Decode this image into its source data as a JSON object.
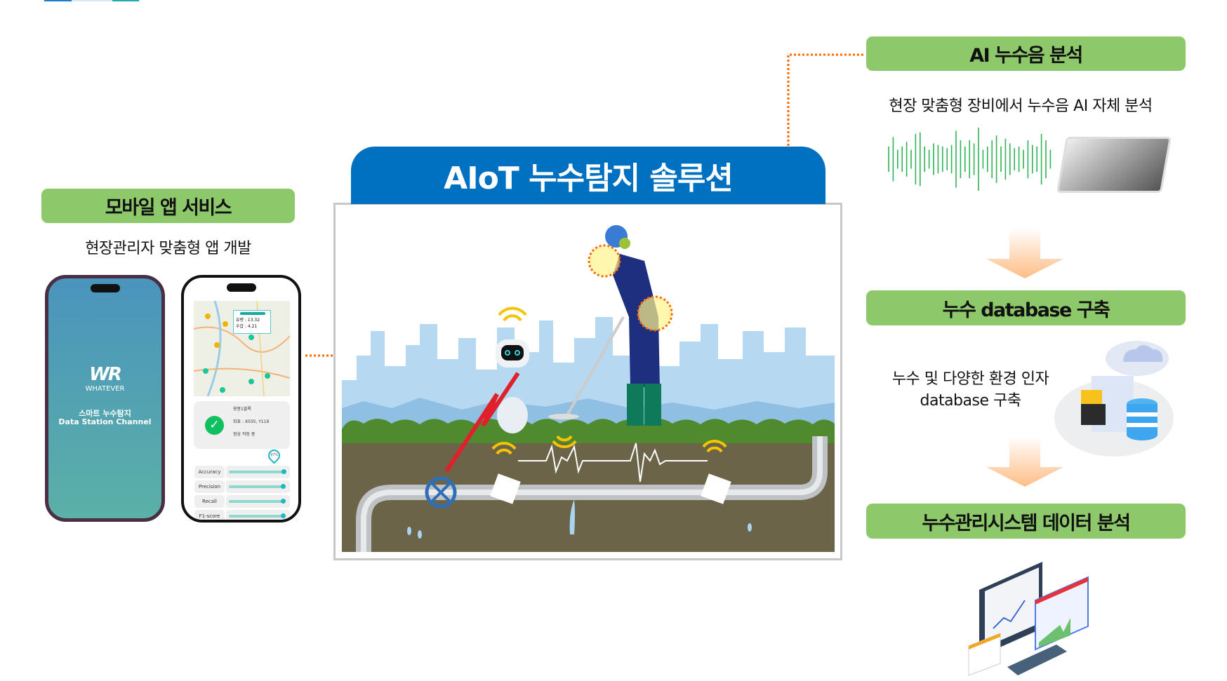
{
  "center": {
    "title": "AIoT 누수탐지 솔루션"
  },
  "mobile": {
    "label": "모바일 앱 서비스",
    "subtitle": "현장관리자 맞춤형 앱 개발",
    "phone1": {
      "brand": "WHATEVER",
      "title_ko": "스마트 누수탐지",
      "title_en": "Data Station Channel"
    },
    "phone2": {
      "map_popup": {
        "flow": "유량 : 13.32",
        "pressure": "수압 :  4.21"
      },
      "status": [
        "용봉1블록",
        "좌표 : X035, Y119",
        "정상 작동 중"
      ],
      "tooltip": "97%",
      "metrics": [
        {
          "label": "Accuracy",
          "value": 0.97
        },
        {
          "label": "Precision",
          "value": 0.96
        },
        {
          "label": "Recall",
          "value": 0.96
        },
        {
          "label": "F1-score",
          "value": 0.96
        }
      ]
    }
  },
  "right": {
    "step1": {
      "label": "AI 누수음 분석",
      "desc": "현장 맞춤형 장비에서 누수음 AI 자체 분석"
    },
    "step2": {
      "label": "누수 database 구축",
      "desc_line1": "누수 및 다양한 환경 인자",
      "desc_line2": "database 구축"
    },
    "step3": {
      "label": "누수관리시스템 데이터 분석"
    }
  },
  "colors": {
    "label_green": "#8dc96a",
    "header_blue": "#0070c0",
    "connector_orange": "#ff6a00",
    "arrow_peach": "#ffc08a",
    "ground": "#6b6448"
  }
}
